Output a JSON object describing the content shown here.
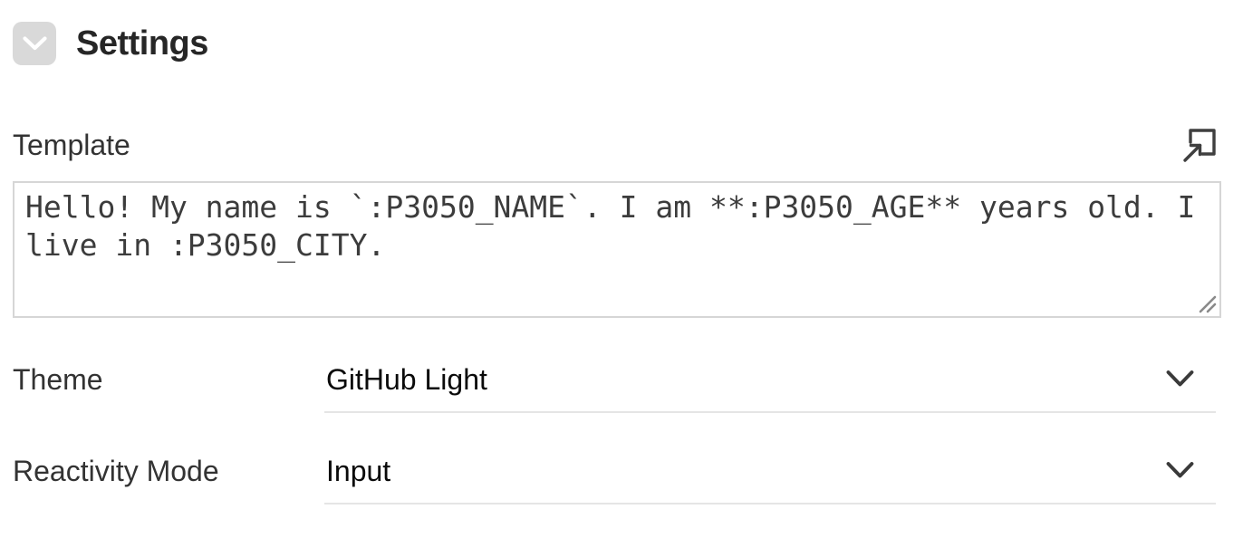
{
  "header": {
    "title": "Settings",
    "collapse_icon": "chevron-down"
  },
  "template_field": {
    "label": "Template",
    "value": "Hello! My name is `:P3050_NAME`. I am **:P3050_AGE** years old. I live in :P3050_CITY.",
    "expand_icon": "open-in-dialog",
    "resize_icon": "resize-grip"
  },
  "fields": [
    {
      "label": "Theme",
      "value": "GitHub Light",
      "control": "select",
      "icon": "chevron-down"
    },
    {
      "label": "Reactivity Mode",
      "value": "Input",
      "control": "select",
      "icon": "chevron-down"
    }
  ],
  "colors": {
    "title_text": "#262626",
    "label_text": "#333333",
    "value_text": "#0a0a0a",
    "collapse_button_bg": "#d9d9d9",
    "collapse_chevron": "#ffffff",
    "icon_stroke": "#3f3f3f",
    "textarea_border": "#d6d6d6",
    "textarea_text": "#3c3c3c",
    "select_underline": "#e5e5e5",
    "background": "#ffffff"
  }
}
